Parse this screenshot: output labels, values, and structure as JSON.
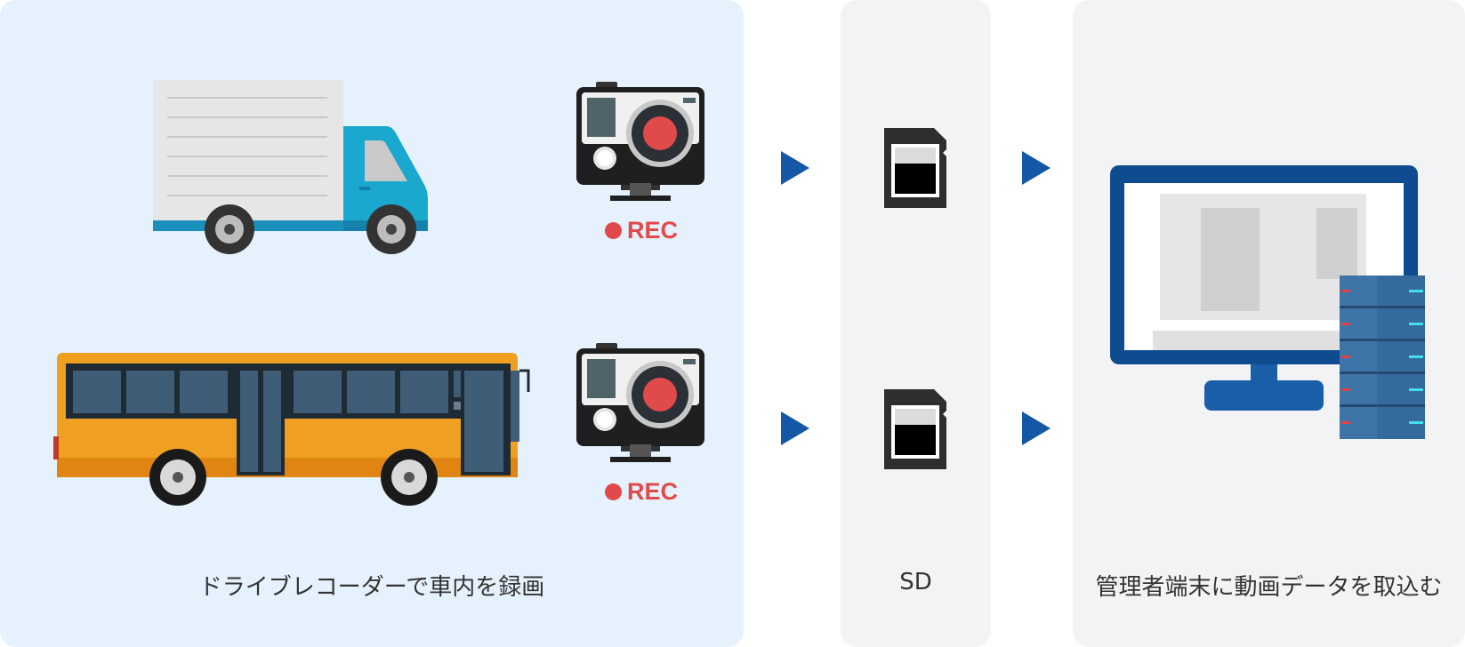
{
  "record_panel": {
    "caption": "ドライブレコーダーで車内を録画"
  },
  "sd_panel": {
    "caption": "SD"
  },
  "pc_panel": {
    "caption": "管理者端末に動画データを取込む"
  },
  "cameras": [
    {
      "rec_label": "REC"
    },
    {
      "rec_label": "REC"
    }
  ],
  "colors": {
    "record_bg": "#e5f1fc",
    "panel_bg": "#f2f3f5",
    "arrow": "#1457a6",
    "rec_red": "#e04a4a",
    "monitor_blue": "#0f4c8f",
    "truck_cyan": "#1aa8cf",
    "bus_orange": "#f0a020"
  },
  "icons": [
    "truck-icon",
    "bus-icon",
    "camera-icon",
    "sd-card-icon",
    "arrow-right-icon",
    "monitor-icon",
    "server-icon"
  ]
}
